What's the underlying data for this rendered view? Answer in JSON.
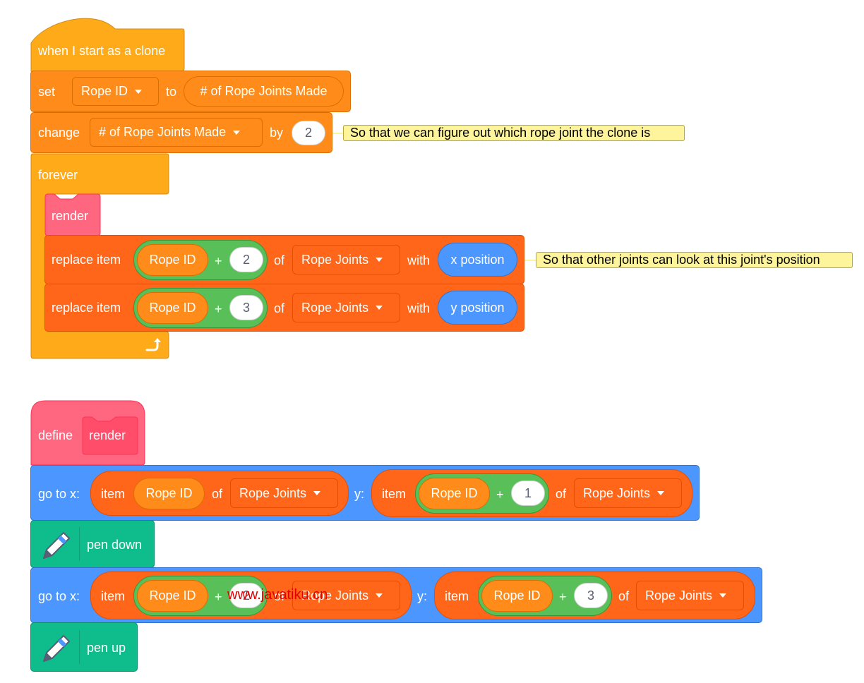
{
  "script1": {
    "hat_label": "when I start as a clone",
    "set": {
      "label": "set",
      "variable": "Rope ID",
      "to": "to",
      "value": "# of Rope Joints Made"
    },
    "change": {
      "label": "change",
      "variable": "# of Rope Joints Made",
      "by": "by",
      "amount": "2"
    },
    "forever": {
      "label": "forever"
    },
    "render": {
      "label": "render"
    },
    "replace1": {
      "label": "replace item",
      "index_var": "Rope ID",
      "op": "+",
      "offset": "2",
      "of": "of",
      "list": "Rope Joints",
      "with": "with",
      "value": "x position"
    },
    "replace2": {
      "label": "replace item",
      "index_var": "Rope ID",
      "op": "+",
      "offset": "3",
      "of": "of",
      "list": "Rope Joints",
      "with": "with",
      "value": "y position"
    },
    "comment1": "So that we can figure out which rope joint the clone is",
    "comment2": "So that other joints can look at this joint's position"
  },
  "script2": {
    "define": {
      "label": "define",
      "name": "render"
    },
    "goto1": {
      "label": "go to x:",
      "x": {
        "item": "item",
        "index": "Rope ID",
        "of": "of",
        "list": "Rope Joints"
      },
      "y_label": "y:",
      "y": {
        "item": "item",
        "index": "Rope ID",
        "op": "+",
        "offset": "1",
        "of": "of",
        "list": "Rope Joints"
      }
    },
    "pen_down": {
      "label": "pen down"
    },
    "goto2": {
      "label": "go to x:",
      "x": {
        "item": "item",
        "index": "Rope ID",
        "op": "+",
        "offset": "2",
        "of": "of",
        "list": "Rope Joints"
      },
      "y_label": "y:",
      "y": {
        "item": "item",
        "index": "Rope ID",
        "op": "+",
        "offset": "3",
        "of": "of",
        "list": "Rope Joints"
      }
    },
    "pen_up": {
      "label": "pen up"
    }
  },
  "watermark": "www.javatiku.cn",
  "colors": {
    "control": "#FFAB19",
    "variables": "#FF8C1A",
    "lists": "#FF661A",
    "motion": "#4C97FF",
    "custom": "#FF6680",
    "pen": "#0FBD8C",
    "operators": "#59C059",
    "comment": "#FEF49C"
  }
}
